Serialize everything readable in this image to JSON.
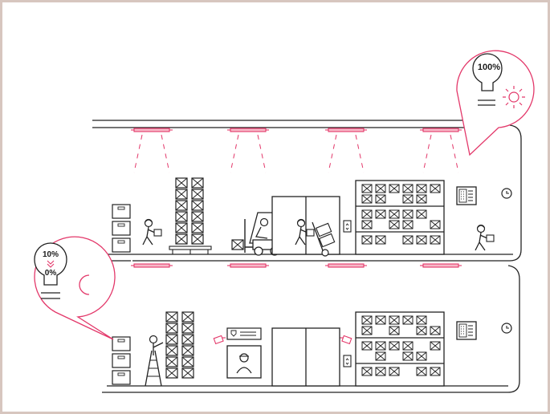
{
  "lights": {
    "full": {
      "brightness_label": "100%",
      "level": 1.0
    },
    "dimmed": {
      "from_label": "10%",
      "to_label": "0%",
      "level_from": 0.1,
      "level_to": 0.0
    }
  },
  "colors": {
    "accent": "#e3386a",
    "lamp_fill": "#f7b8c8",
    "line": "#222222",
    "frame": "#d7c6bf",
    "background": "#ffffff"
  },
  "icons": [
    "lightbulb-icon",
    "sun-icon",
    "moon-icon",
    "double-chevron-down-icon",
    "clock-icon",
    "control-panel-icon",
    "security-camera-icon",
    "forklift-icon"
  ]
}
